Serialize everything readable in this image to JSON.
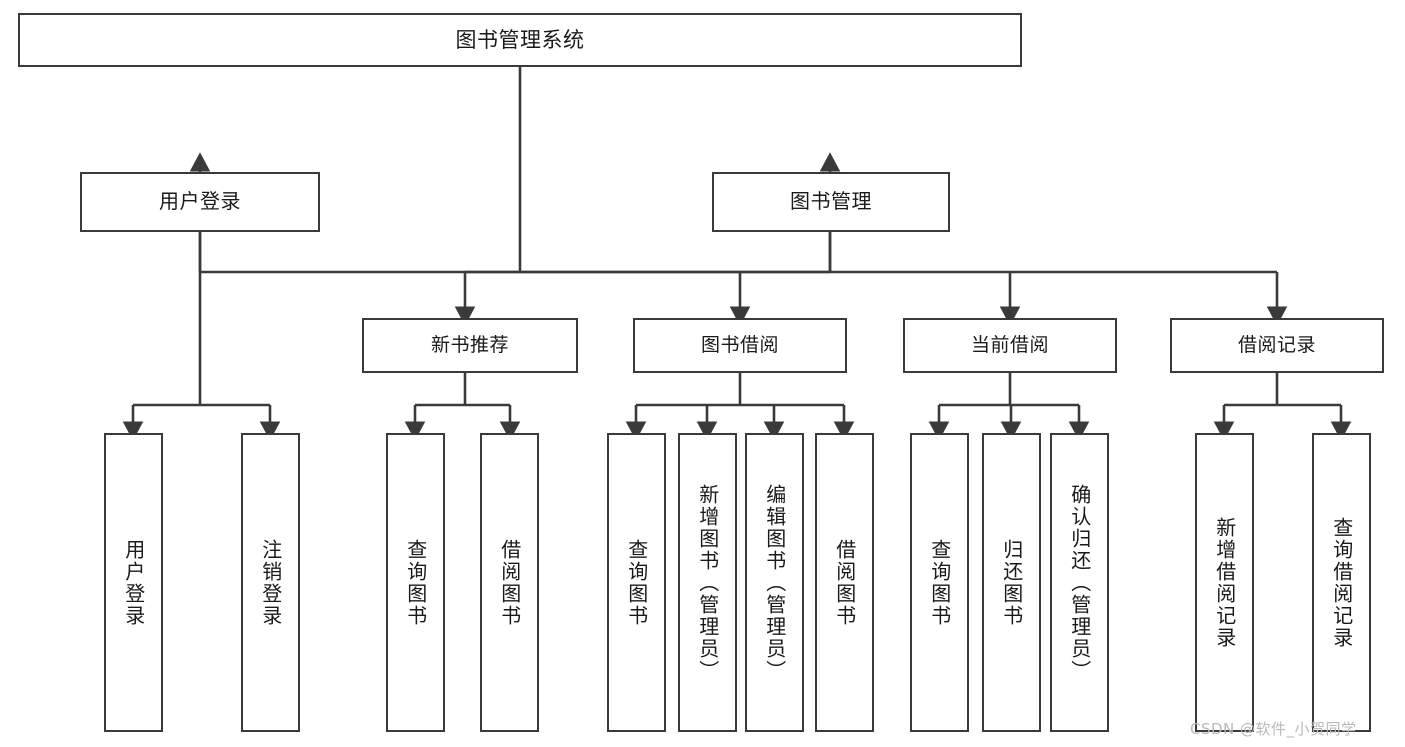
{
  "diagram": {
    "title": "图书管理系统",
    "type": "function-structure-tree",
    "root": {
      "label": "图书管理系统"
    },
    "level1": [
      {
        "label": "用户登录"
      },
      {
        "label": "图书管理"
      }
    ],
    "level2": [
      {
        "label": "新书推荐"
      },
      {
        "label": "图书借阅"
      },
      {
        "label": "当前借阅"
      },
      {
        "label": "借阅记录"
      }
    ],
    "leaves": [
      {
        "label": "用户登录",
        "parent": "用户登录"
      },
      {
        "label": "注销登录",
        "parent": "用户登录"
      },
      {
        "label": "查询图书",
        "parent": "新书推荐"
      },
      {
        "label": "借阅图书",
        "parent": "新书推荐"
      },
      {
        "label": "查询图书",
        "parent": "图书借阅"
      },
      {
        "label": "新增图书（管理员）",
        "parent": "图书借阅"
      },
      {
        "label": "编辑图书（管理员）",
        "parent": "图书借阅"
      },
      {
        "label": "借阅图书",
        "parent": "图书借阅"
      },
      {
        "label": "查询图书",
        "parent": "当前借阅"
      },
      {
        "label": "归还图书",
        "parent": "当前借阅"
      },
      {
        "label": "确认归还（管理员）",
        "parent": "当前借阅"
      },
      {
        "label": "新增借阅记录",
        "parent": "借阅记录"
      },
      {
        "label": "查询借阅记录",
        "parent": "借阅记录"
      }
    ]
  },
  "watermark": {
    "text": "CSDN @软件_小贺同学"
  },
  "colors": {
    "stroke": "#3a3a3a",
    "fill": "#ffffff",
    "text": "#1a1a1a",
    "watermark": "#b9b9b9"
  }
}
